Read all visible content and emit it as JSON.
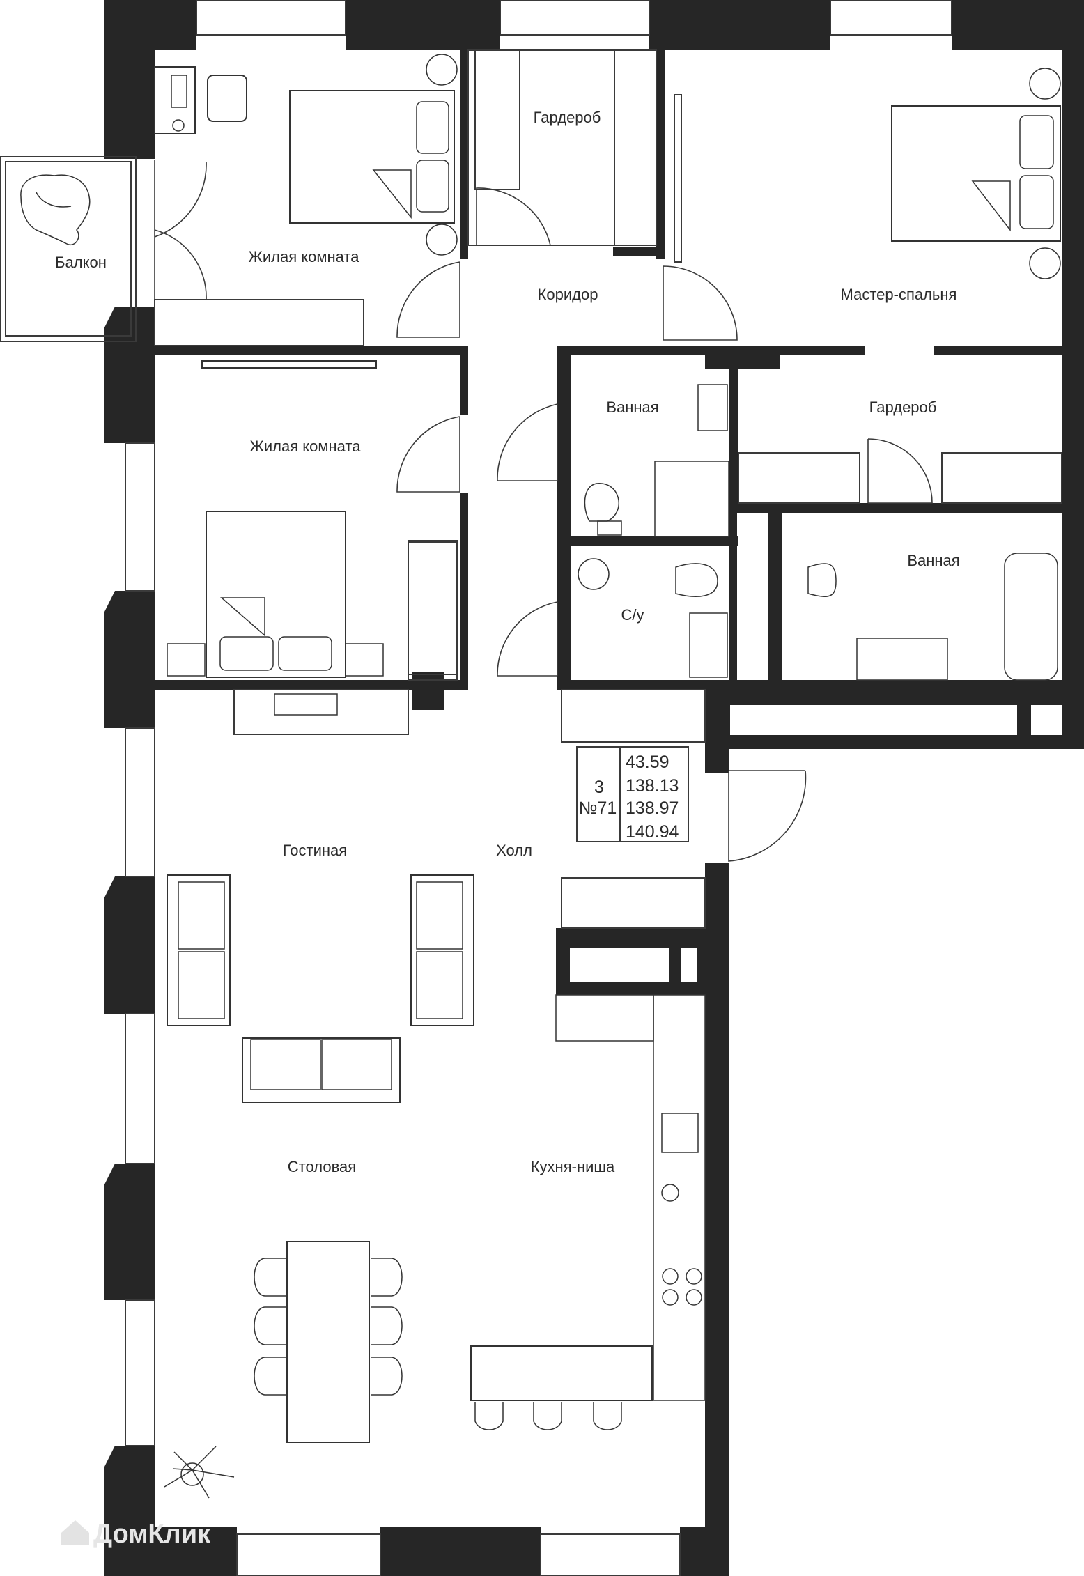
{
  "rooms": {
    "balcony": "Балкон",
    "bedroom1": "Жилая комната",
    "wardrobe1": "Гардероб",
    "corridor": "Коридор",
    "master": "Мастер-спальня",
    "bedroom2": "Жилая комната",
    "bath1": "Ванная",
    "wardrobe2": "Гардероб",
    "bath2": "Ванная",
    "wc": "С/у",
    "living": "Гостиная",
    "hall": "Холл",
    "dining": "Столовая",
    "kitchen": "Кухня-ниша"
  },
  "info": {
    "rooms_count": "3",
    "apartment_number": "№71",
    "areas": [
      "43.59",
      "138.13",
      "138.97",
      "140.94"
    ]
  },
  "watermark": "ДомКлик",
  "colors": {
    "wall": "#262626",
    "line": "#3a3a3a",
    "background": "#ffffff"
  }
}
